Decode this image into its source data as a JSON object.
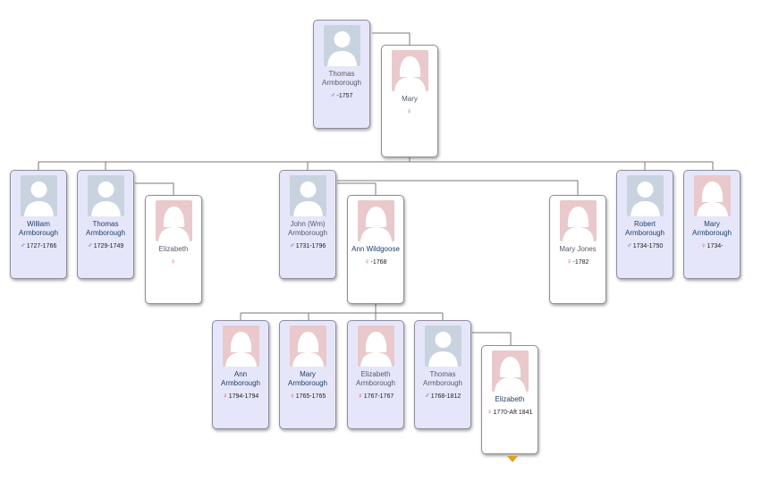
{
  "people": {
    "p1": {
      "name": "Thomas Armborough",
      "dates": "-1757",
      "sex": "male"
    },
    "p2": {
      "name": "Mary",
      "dates": "",
      "sex": "female"
    },
    "p3": {
      "name": "William Armborough",
      "dates": "1727-1766",
      "sex": "male"
    },
    "p4": {
      "name": "Thomas Armborough",
      "dates": "1729-1749",
      "sex": "male"
    },
    "p5": {
      "name": "Elizabeth",
      "dates": "",
      "sex": "female"
    },
    "p6": {
      "name": "John (Wm) Armborough",
      "dates": "1731-1796",
      "sex": "male"
    },
    "p7": {
      "name": "Ann Wildgoose",
      "dates": "-1768",
      "sex": "female"
    },
    "p8": {
      "name": "Mary Jones",
      "dates": "-1782",
      "sex": "female"
    },
    "p9": {
      "name": "Robert Armborough",
      "dates": "1734-1750",
      "sex": "male"
    },
    "p10": {
      "name": "Mary Armborough",
      "dates": "1734-",
      "sex": "female"
    },
    "p11": {
      "name": "Ann Armborough",
      "dates": "1794-1794",
      "sex": "female"
    },
    "p12": {
      "name": "Mary Armborough",
      "dates": "1765-1765",
      "sex": "female"
    },
    "p13": {
      "name": "Elizabeth Armborough",
      "dates": "1767-1767",
      "sex": "female"
    },
    "p14": {
      "name": "Thomas Armborough",
      "dates": "1768-1812",
      "sex": "male"
    },
    "p15": {
      "name": "Elizabeth",
      "dates": "1770-Aft 1841",
      "sex": "female"
    }
  },
  "symbols": {
    "male": "♂",
    "female": "♀"
  },
  "colors": {
    "male_card": "#e6e6fa",
    "female_card": "#ffffff",
    "line": "#7a7a7a",
    "male_photo": "#c9d3df",
    "female_photo": "#e9c9cc",
    "expand_arrow": "#e0a020"
  }
}
